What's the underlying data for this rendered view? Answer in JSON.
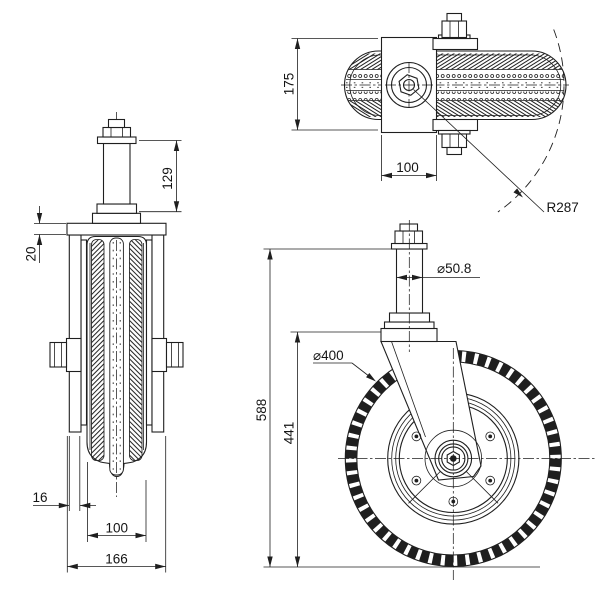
{
  "title": "Swivel caster wheel technical drawing, three orthographic views",
  "colors": {
    "background": "#ffffff",
    "line": "#1f1f1f"
  },
  "views": {
    "front": {
      "label": "front-view",
      "dims": {
        "plate_thickness": "20",
        "stem_height": "129",
        "leg_width": "16",
        "tire_width": "100",
        "overall_width": "166"
      }
    },
    "top": {
      "label": "top-view",
      "dims": {
        "bracket_height": "175",
        "plate_width": "100",
        "swivel_radius": "R287"
      }
    },
    "side": {
      "label": "side-view",
      "dims": {
        "overall_height": "588",
        "swivel_height": "441",
        "stem_diameter": "⌀50.8",
        "wheel_diameter": "⌀400"
      }
    }
  }
}
